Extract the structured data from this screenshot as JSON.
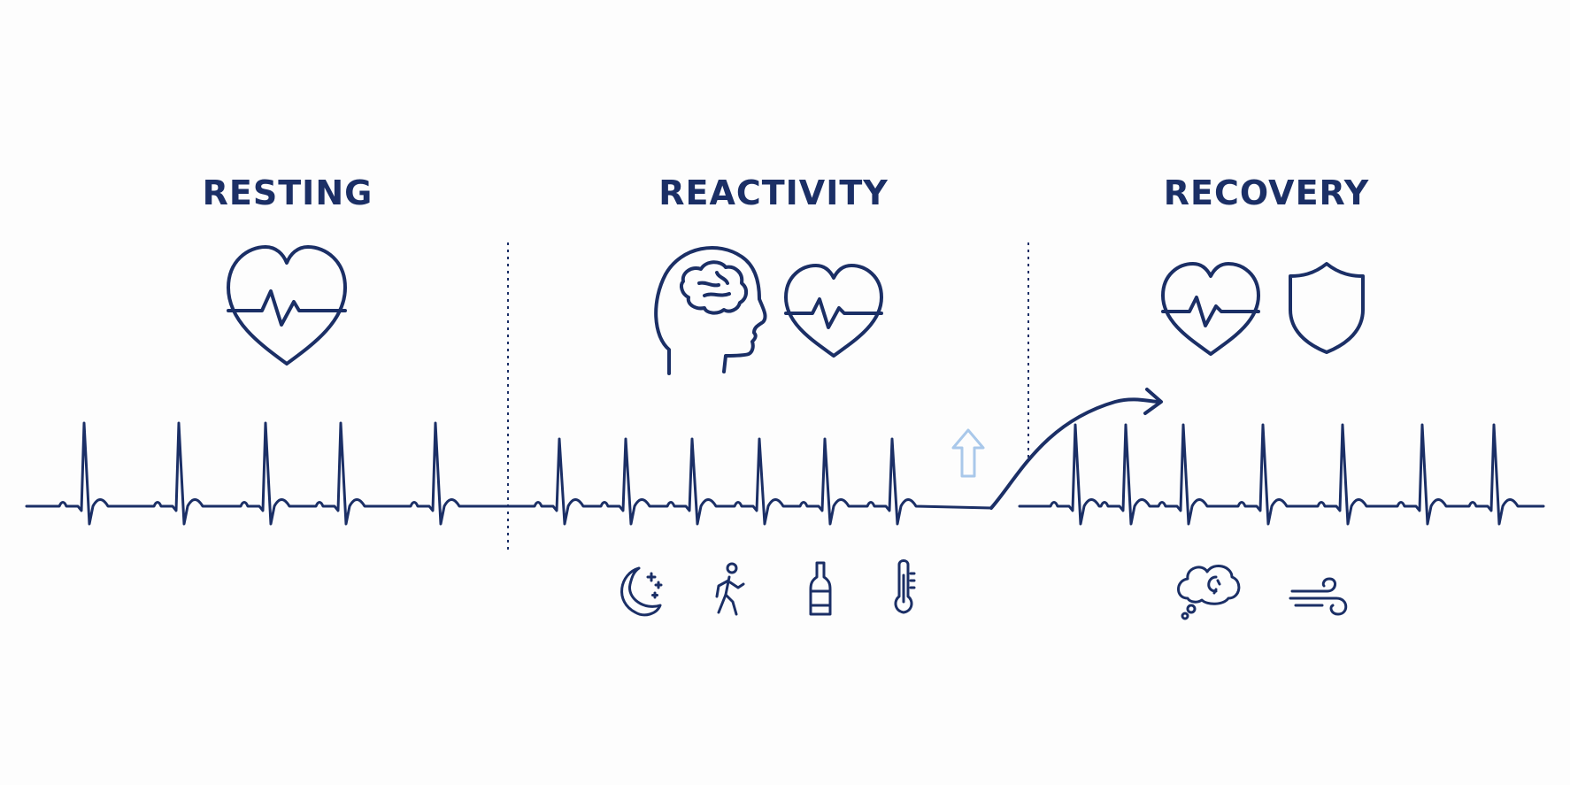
{
  "colors": {
    "ink": "#1b2f66",
    "accent": "#a9c8ea",
    "background": "#fdfdfd"
  },
  "sections": [
    {
      "title": "RESTING",
      "icons": [
        "heart-pulse-icon"
      ],
      "factor_icons": []
    },
    {
      "title": "REACTIVITY",
      "icons": [
        "brain-head-icon",
        "heart-pulse-icon"
      ],
      "factor_icons": [
        "moon-stars-icon",
        "walking-person-icon",
        "bottle-icon",
        "thermometer-icon"
      ]
    },
    {
      "title": "RECOVERY",
      "icons": [
        "heart-pulse-icon",
        "shield-icon"
      ],
      "factor_icons": [
        "thought-cloud-icon",
        "wind-icon"
      ]
    }
  ],
  "transition_icons": [
    "up-arrow-icon",
    "curved-arrow-icon"
  ]
}
